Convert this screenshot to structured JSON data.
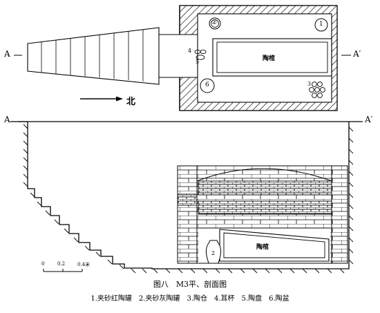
{
  "plan": {
    "section_label_left": "A",
    "section_label_right": "A′",
    "north_label": "北",
    "coffin_label": "陶棺",
    "items": [
      {
        "id": "1",
        "label": "1"
      },
      {
        "id": "2",
        "label": "②"
      },
      {
        "id": "3",
        "label": "3"
      },
      {
        "id": "4",
        "label": "4"
      },
      {
        "id": "5",
        "label": "5"
      },
      {
        "id": "6",
        "label": "6"
      }
    ]
  },
  "section": {
    "label_left": "A",
    "label_right": "A′",
    "coffin_label": "陶棺",
    "pot_label": "2"
  },
  "scale_bar": {
    "ticks": [
      "0",
      "0.2",
      "0.4米"
    ]
  },
  "caption": {
    "title": "图八　M3平、剖面图",
    "legend": "1.夹砂红陶罐　2.夹砂灰陶罐　3.陶仓　4.耳杯　5.陶盘　6.陶盆"
  }
}
